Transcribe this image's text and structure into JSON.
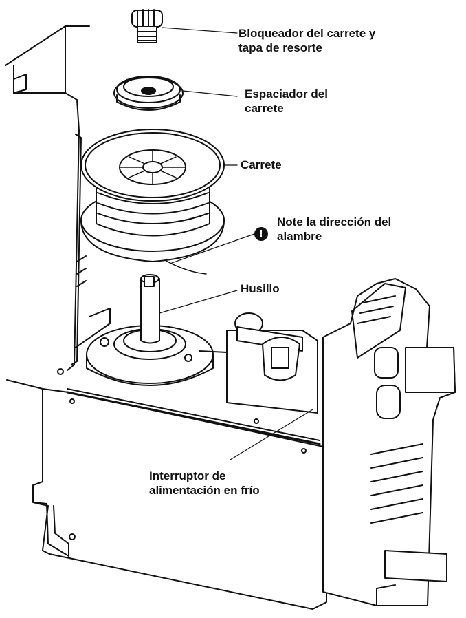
{
  "labels": {
    "spool_lock": {
      "line1": "Bloqueador del carrete y",
      "line2": "tapa de resorte"
    },
    "spool_spacer": {
      "line1": "Espaciador del",
      "line2": "carrete"
    },
    "spool": {
      "line1": "Carrete"
    },
    "wire_direction": {
      "line1": "Note la dirección del",
      "line2": "alambre",
      "icon": "exclamation-circle-icon",
      "icon_glyph": "!"
    },
    "spindle": {
      "line1": "Husillo"
    },
    "cold_switch": {
      "line1": "Interruptor de",
      "line2": "alimentación en frío"
    }
  },
  "colors": {
    "line": "#111111",
    "background": "#ffffff"
  }
}
